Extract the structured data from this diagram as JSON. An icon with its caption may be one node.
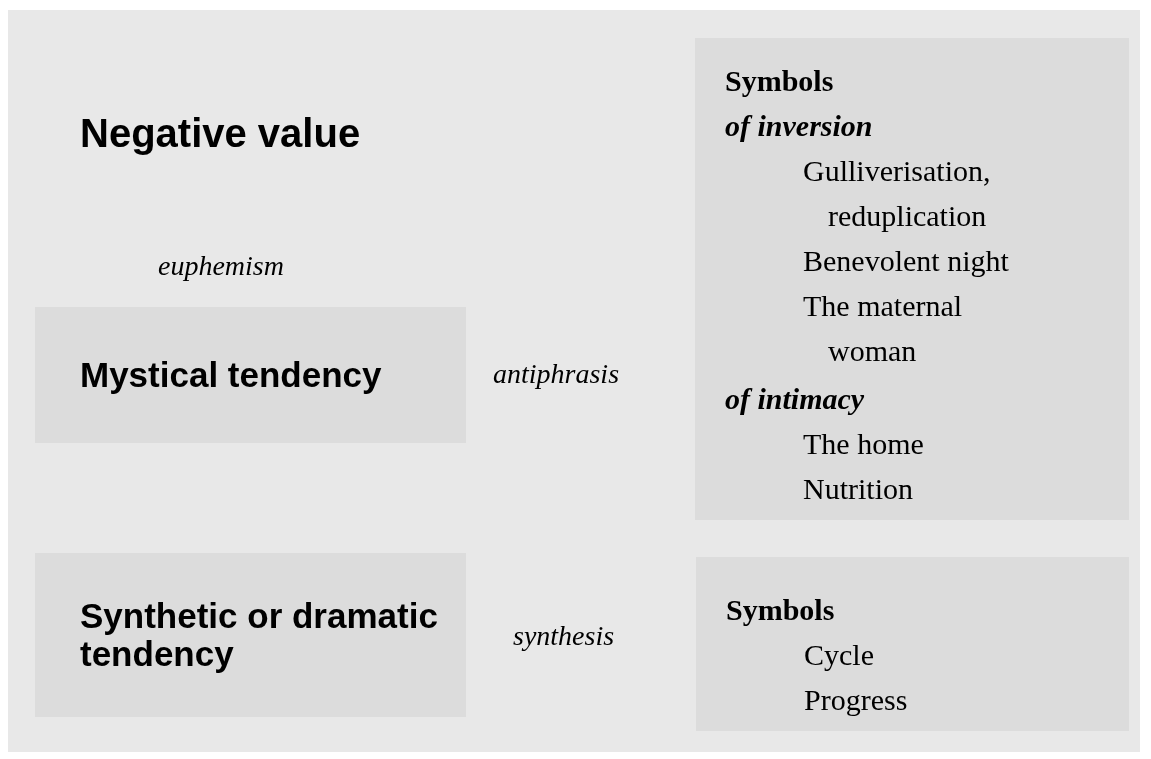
{
  "diagram": {
    "nodes": [
      {
        "text": [
          "Mystical tendency"
        ]
      },
      {
        "text": [
          "Symbols",
          "of inversion",
          "Gulliverisation, reduplication",
          "Benevolent night",
          "The maternal woman",
          "of intimacy",
          "The home",
          "Nutrition"
        ]
      },
      {
        "text": [
          "Synthetic or dramatic tendency"
        ]
      },
      {
        "text": [
          "Symbols",
          "Cycle",
          "Progress"
        ]
      }
    ],
    "labels": [
      "Negative value",
      "euphemism",
      "antiphrasis",
      "synthesis"
    ]
  }
}
